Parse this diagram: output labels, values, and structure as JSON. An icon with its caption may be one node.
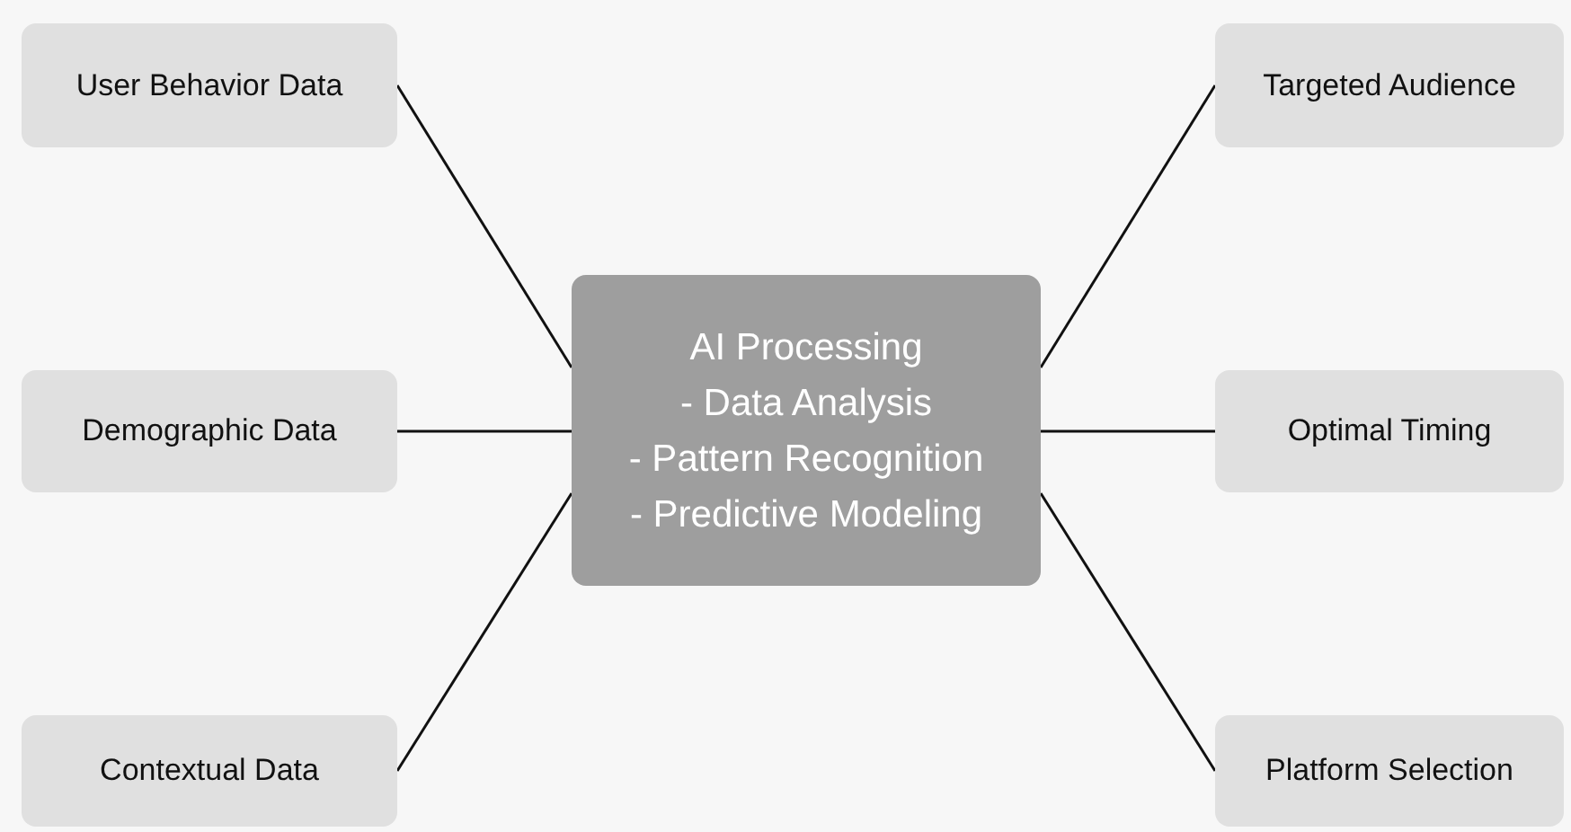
{
  "diagram": {
    "nodes": [
      {
        "text": [
          "User Behavior Data"
        ]
      },
      {
        "text": [
          "Demographic Data"
        ]
      },
      {
        "text": [
          "Contextual Data"
        ]
      },
      {
        "text": [
          "AI Processing",
          "- Data Analysis",
          "- Pattern Recognition",
          "- Predictive Modeling"
        ]
      },
      {
        "text": [
          "Targeted Audience"
        ]
      },
      {
        "text": [
          "Optimal Timing"
        ]
      },
      {
        "text": [
          "Platform Selection"
        ]
      }
    ],
    "edges": [
      {
        "from": 0,
        "to": 3,
        "arrow": "none"
      },
      {
        "from": 1,
        "to": 3,
        "arrow": "none"
      },
      {
        "from": 2,
        "to": 3,
        "arrow": "none"
      },
      {
        "from": 3,
        "to": 4,
        "arrow": "none"
      },
      {
        "from": 3,
        "to": 5,
        "arrow": "none"
      },
      {
        "from": 3,
        "to": 6,
        "arrow": "none"
      }
    ]
  }
}
